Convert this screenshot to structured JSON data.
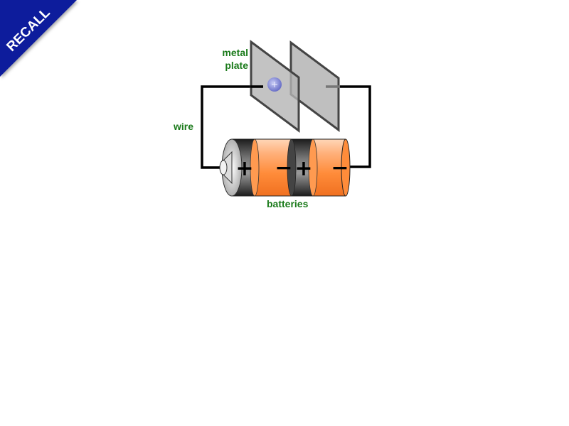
{
  "banner": {
    "text": "RECALL",
    "color": "#0a1a9c",
    "text_color": "#ffffff"
  },
  "labels": {
    "metal_plate_line1": "metal",
    "metal_plate_line2": "plate",
    "wire": "wire",
    "batteries": "batteries"
  },
  "battery": {
    "terminals": [
      "+",
      "−",
      "+",
      "−"
    ],
    "orange_color": "#ff8c3a",
    "dark_color": "#333333"
  },
  "colors": {
    "label_green": "#1a7a1a",
    "plate_gray": "#b0b0b0",
    "wire_black": "#000000",
    "electron": "#8a8fd8"
  }
}
